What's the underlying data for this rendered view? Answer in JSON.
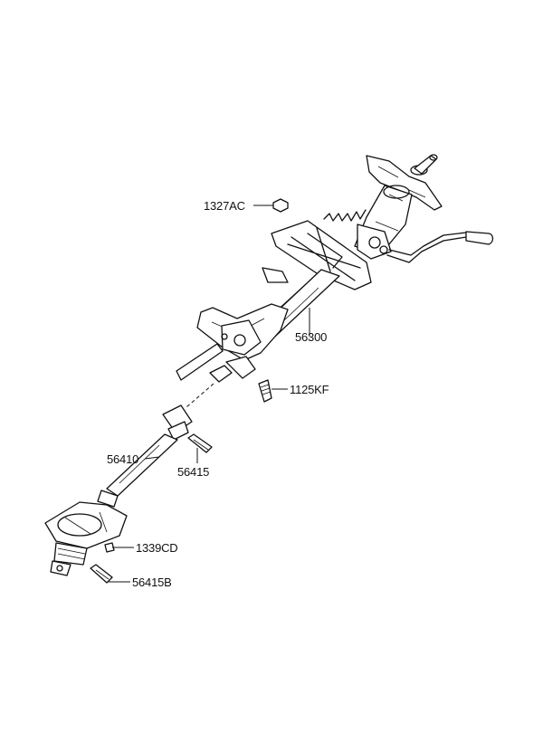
{
  "parts": [
    {
      "id": "p1327AC",
      "label": "1327AC"
    },
    {
      "id": "p56300",
      "label": "56300"
    },
    {
      "id": "p1125KF",
      "label": "1125KF"
    },
    {
      "id": "p56410",
      "label": "56410"
    },
    {
      "id": "p56415",
      "label": "56415"
    },
    {
      "id": "p1339CD",
      "label": "1339CD"
    },
    {
      "id": "p56415B",
      "label": "56415B"
    }
  ]
}
